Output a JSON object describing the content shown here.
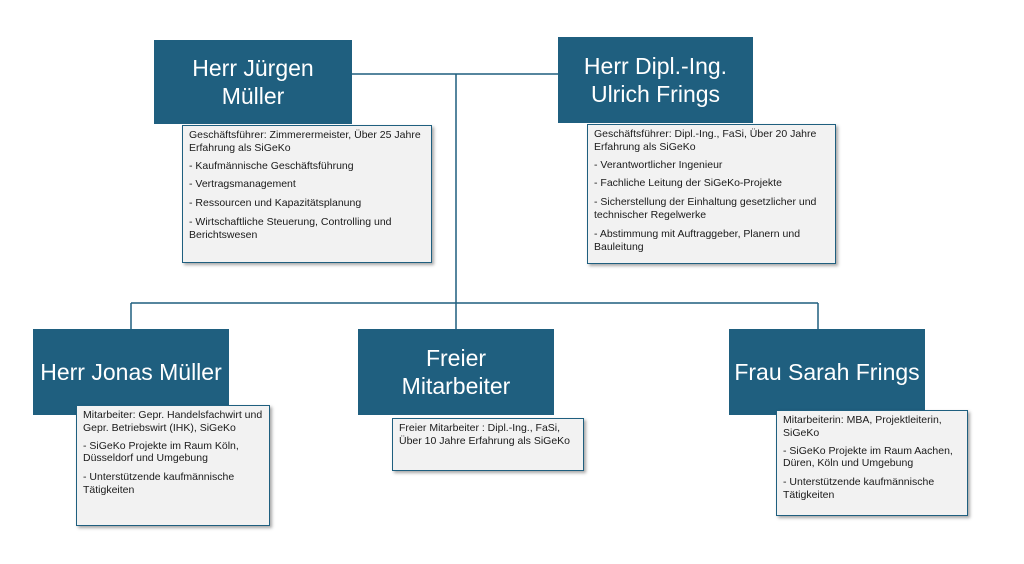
{
  "colors": {
    "box_fill": "#1f5f7f",
    "card_bg": "#f2f2f2",
    "line": "#1f5f7f",
    "name_text": "#ffffff"
  },
  "people": {
    "muller_j": {
      "name_lines": [
        "Herr Jürgen",
        "Müller"
      ],
      "header": "Geschäftsführer: Zimmerermeister, Über 25 Jahre Erfahrung als SiGeKo",
      "tasks": [
        "- Kaufmännische Geschäftsführung",
        "- Vertragsmanagement",
        "- Ressourcen und Kapazitätsplanung",
        "- Wirtschaftliche Steuerung, Controlling und Berichtswesen"
      ]
    },
    "frings_u": {
      "name_lines": [
        "Herr Dipl.-Ing.",
        "Ulrich Frings"
      ],
      "header": "Geschäftsführer: Dipl.-Ing., FaSi, Über 20 Jahre Erfahrung als SiGeKo",
      "tasks": [
        "- Verantwortlicher Ingenieur",
        "- Fachliche Leitung der SiGeKo-Projekte",
        "- Sicherstellung der Einhaltung gesetzlicher und technischer Regelwerke",
        "- Abstimmung mit Auftraggeber, Planern und Bauleitung"
      ]
    },
    "muller_jo": {
      "name_lines": [
        "Herr Jonas Müller"
      ],
      "header": "Mitarbeiter:  Gepr. Handelsfachwirt und Gepr. Betriebswirt (IHK), SiGeKo",
      "tasks": [
        "- SiGeKo Projekte im Raum Köln, Düsseldorf und Umgebung",
        "- Unterstützende kaufmännische Tätigkeiten"
      ]
    },
    "freier": {
      "name_lines": [
        "Freier",
        "Mitarbeiter"
      ],
      "header": "Freier Mitarbeiter : Dipl.-Ing., FaSi, Über 10 Jahre Erfahrung als SiGeKo",
      "tasks": []
    },
    "frings_s": {
      "name_lines": [
        "Frau Sarah Frings"
      ],
      "header": "Mitarbeiterin: MBA, Projektleiterin, SiGeKo",
      "tasks": [
        "- SiGeKo Projekte im Raum Aachen, Düren, Köln und Umgebung",
        "- Unterstützende kaufmännische Tätigkeiten"
      ]
    }
  }
}
